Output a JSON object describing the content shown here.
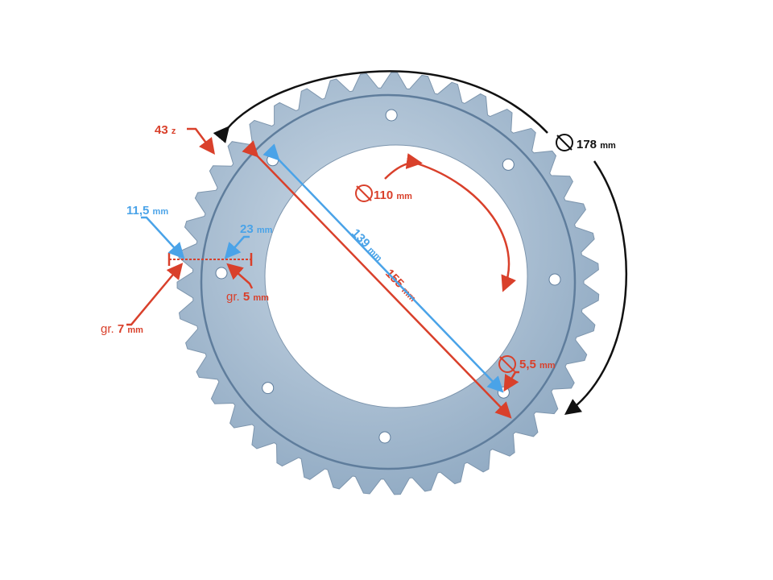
{
  "product": {
    "teeth_count": 43
  },
  "colors": {
    "red": "#d9402b",
    "blue": "#4aa3e8",
    "black": "#111111",
    "metal": "#a9bfd3",
    "metal_dark": "#6f8aa6"
  },
  "labels": {
    "teeth": {
      "value": "43",
      "unit": "z"
    },
    "outer_diameter": {
      "symbol": "⌀",
      "value": "178",
      "unit": "mm"
    },
    "inner_diameter": {
      "symbol": "⌀",
      "value": "110",
      "unit": "mm"
    },
    "bolt_circle_inner": {
      "value": "139",
      "unit": "mm"
    },
    "bolt_circle_outer": {
      "value": "155",
      "unit": "mm"
    },
    "bolt_hole": {
      "symbol": "⌀",
      "value": "5,5",
      "unit": "mm"
    },
    "tooth_height": {
      "value": "11,5",
      "unit": "mm"
    },
    "rim_width": {
      "value": "23",
      "unit": "mm"
    },
    "plate_thickness": {
      "prefix": "gr.",
      "value": "5",
      "unit": "mm"
    },
    "tooth_thickness": {
      "prefix": "gr.",
      "value": "7",
      "unit": "mm"
    }
  }
}
